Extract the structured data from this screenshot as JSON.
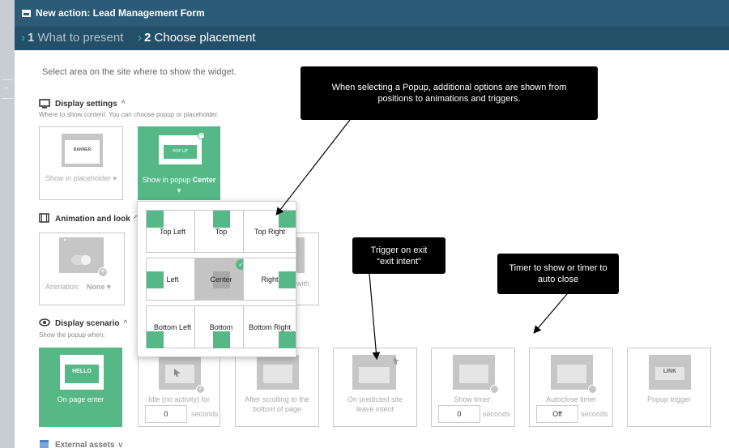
{
  "header": {
    "title": "New action: Lead Management Form"
  },
  "steps": [
    {
      "number": "1",
      "label": "What to present"
    },
    {
      "number": "2",
      "label": "Choose placement"
    }
  ],
  "intro": "Select area on the site where to show the widget.",
  "display_settings": {
    "title": "Display settings",
    "subtitle": "Where to show content. You can choose popup or placeholder.",
    "placeholder_card": {
      "thumb_text": "BANNER",
      "caption": "Show in placeholder"
    },
    "popup_card": {
      "thumb_text": "POP UP",
      "caption": "Show in popup",
      "position": "Center"
    }
  },
  "animation": {
    "title": "Animation and look",
    "label": "Animation:",
    "value": "None",
    "partial_text": "with"
  },
  "popup_positions": [
    {
      "label": "Top Left",
      "corner": "top-left",
      "selected": false
    },
    {
      "label": "Top",
      "corner": "top",
      "selected": false
    },
    {
      "label": "Top Right",
      "corner": "top-right",
      "selected": false
    },
    {
      "label": "Left",
      "corner": "left",
      "selected": false
    },
    {
      "label": "Center",
      "corner": "center",
      "selected": true
    },
    {
      "label": "Right",
      "corner": "right",
      "selected": false
    },
    {
      "label": "Bottom Left",
      "corner": "bottom-left",
      "selected": false
    },
    {
      "label": "Bottom",
      "corner": "bottom",
      "selected": false
    },
    {
      "label": "Bottom Right",
      "corner": "bottom-right",
      "selected": false
    }
  ],
  "scenario": {
    "title": "Display scenario",
    "subtitle": "Show the popup when:",
    "on_enter": {
      "badge": "HELLO",
      "caption": "On page enter"
    },
    "idle": {
      "caption": "Idle (no activity) for",
      "value": "0",
      "unit": "seconds"
    },
    "scrolling": {
      "caption": "After scrolling to the bottom of page"
    },
    "exit": {
      "caption": "On predicted site leave intent"
    },
    "timer": {
      "caption": "Show timer:",
      "value": "0",
      "unit": "seconds"
    },
    "autoclose": {
      "caption": "Autoclose timer",
      "value": "Off",
      "unit": "seconds"
    },
    "trigger": {
      "badge": "LINK",
      "caption": "Popup trigger"
    }
  },
  "external_assets": {
    "title": "External assets"
  },
  "annotations": {
    "popup_options": "When selecting a Popup, additional options are shown from positions to animations and triggers.",
    "exit_intent_line1": "Trigger on exit",
    "exit_intent_line2": "“exit intent”",
    "timer_line1": "Timer to show or timer to",
    "timer_line2": "auto close"
  },
  "colors": {
    "header": "#2b5b76",
    "step_bar": "#234f68",
    "accent_green": "#55b886",
    "step_chevron": "#37b4c7"
  },
  "icons": [
    "monitor-icon",
    "film-icon",
    "eye-icon",
    "calendar-icon",
    "cursor-icon",
    "clock-icon",
    "check-icon"
  ]
}
